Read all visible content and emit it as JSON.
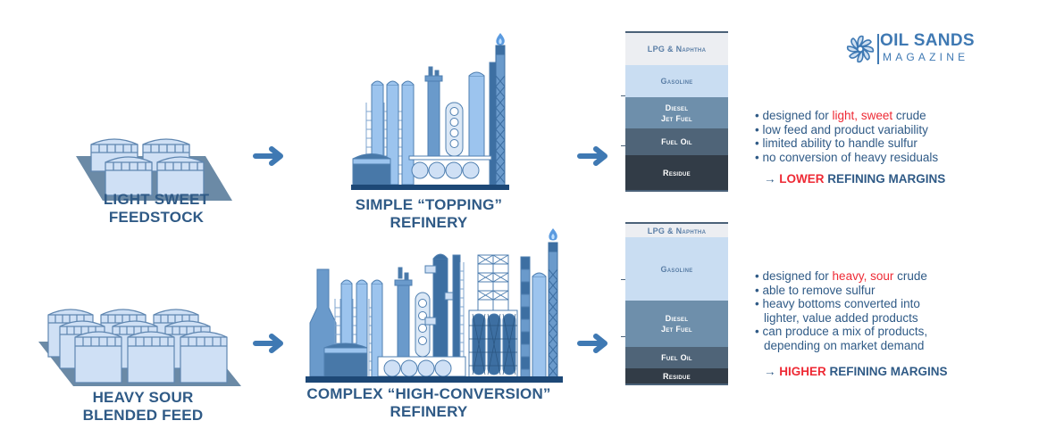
{
  "logo": {
    "line1": "OIL SANDS",
    "line2": "MAGAZINE",
    "icon": "pinwheel-logo-icon",
    "color": "#3f79b3"
  },
  "rows": [
    {
      "feed_label": [
        "LIGHT SWEET",
        "FEEDSTOCK"
      ],
      "feed_icon": "storage-tanks-4-icon",
      "refinery_label": [
        "SIMPLE “TOPPING”",
        "REFINERY"
      ],
      "refinery_icon": "simple-refinery-icon",
      "product_yields": [
        {
          "name": "LPG & Naphtha",
          "lines": [
            "LPG & Naphtha"
          ],
          "share": 0.205,
          "color": "#eceef2",
          "text_color": "#5a7ea6"
        },
        {
          "name": "Gasoline",
          "lines": [
            "Gasoline"
          ],
          "share": 0.205,
          "color": "#c9ddf2",
          "text_color": "#5a7ea6"
        },
        {
          "name": "Diesel / Jet Fuel",
          "lines": [
            "Diesel",
            "Jet Fuel"
          ],
          "share": 0.2,
          "color": "#6e8fab",
          "text_color": "#ffffff"
        },
        {
          "name": "Fuel Oil",
          "lines": [
            "Fuel Oil"
          ],
          "share": 0.17,
          "color": "#4f6478",
          "text_color": "#ffffff"
        },
        {
          "name": "Residue",
          "lines": [
            "Residue"
          ],
          "share": 0.22,
          "color": "#323c47",
          "text_color": "#ffffff"
        }
      ],
      "bullets": [
        {
          "pre": "designed for ",
          "highlight": "light, sweet",
          "post": " crude"
        },
        {
          "pre": "low feed and product variability",
          "highlight": "",
          "post": ""
        },
        {
          "pre": "limited ability to handle sulfur",
          "highlight": "",
          "post": ""
        },
        {
          "pre": "no conversion of heavy residuals",
          "highlight": "",
          "post": ""
        }
      ],
      "margin": {
        "arrow": "→",
        "highlight": "LOWER",
        "rest": " REFINING MARGINS"
      }
    },
    {
      "feed_label": [
        "HEAVY SOUR",
        "BLENDED FEED"
      ],
      "feed_icon": "storage-tanks-9-icon",
      "refinery_label": [
        "COMPLEX “HIGH-CONVERSION”",
        "REFINERY"
      ],
      "refinery_icon": "complex-refinery-icon",
      "product_yields": [
        {
          "name": "LPG & Naphtha",
          "lines": [
            "LPG & Naphtha"
          ],
          "share": 0.085,
          "color": "#eceef2",
          "text_color": "#5a7ea6"
        },
        {
          "name": "Gasoline",
          "lines": [
            "Gasoline"
          ],
          "share": 0.395,
          "color": "#c9ddf2",
          "text_color": "#5a7ea6"
        },
        {
          "name": "Diesel / Jet Fuel",
          "lines": [
            "Diesel",
            "Jet Fuel"
          ],
          "share": 0.29,
          "color": "#6e8fab",
          "text_color": "#ffffff"
        },
        {
          "name": "Fuel Oil",
          "lines": [
            "Fuel Oil"
          ],
          "share": 0.135,
          "color": "#4f6478",
          "text_color": "#ffffff"
        },
        {
          "name": "Residue",
          "lines": [
            "Residue"
          ],
          "share": 0.095,
          "color": "#323c47",
          "text_color": "#ffffff"
        }
      ],
      "bullets": [
        {
          "pre": "designed for ",
          "highlight": "heavy, sour",
          "post": " crude"
        },
        {
          "pre": "able to remove sulfur",
          "highlight": "",
          "post": ""
        },
        {
          "pre": "heavy bottoms converted into",
          "highlight": "",
          "post": "",
          "cont": "lighter, value added products"
        },
        {
          "pre": "can produce a mix of products,",
          "highlight": "",
          "post": "",
          "cont": "depending on market demand"
        }
      ],
      "margin": {
        "arrow": "→",
        "highlight": "HIGHER",
        "rest": " REFINING MARGINS"
      }
    }
  ],
  "arrow_icon": "right-arrow-icon",
  "colors": {
    "label_blue": "#2f5a86",
    "arrow_blue": "#3f79b3",
    "highlight_red": "#ee2a35"
  }
}
